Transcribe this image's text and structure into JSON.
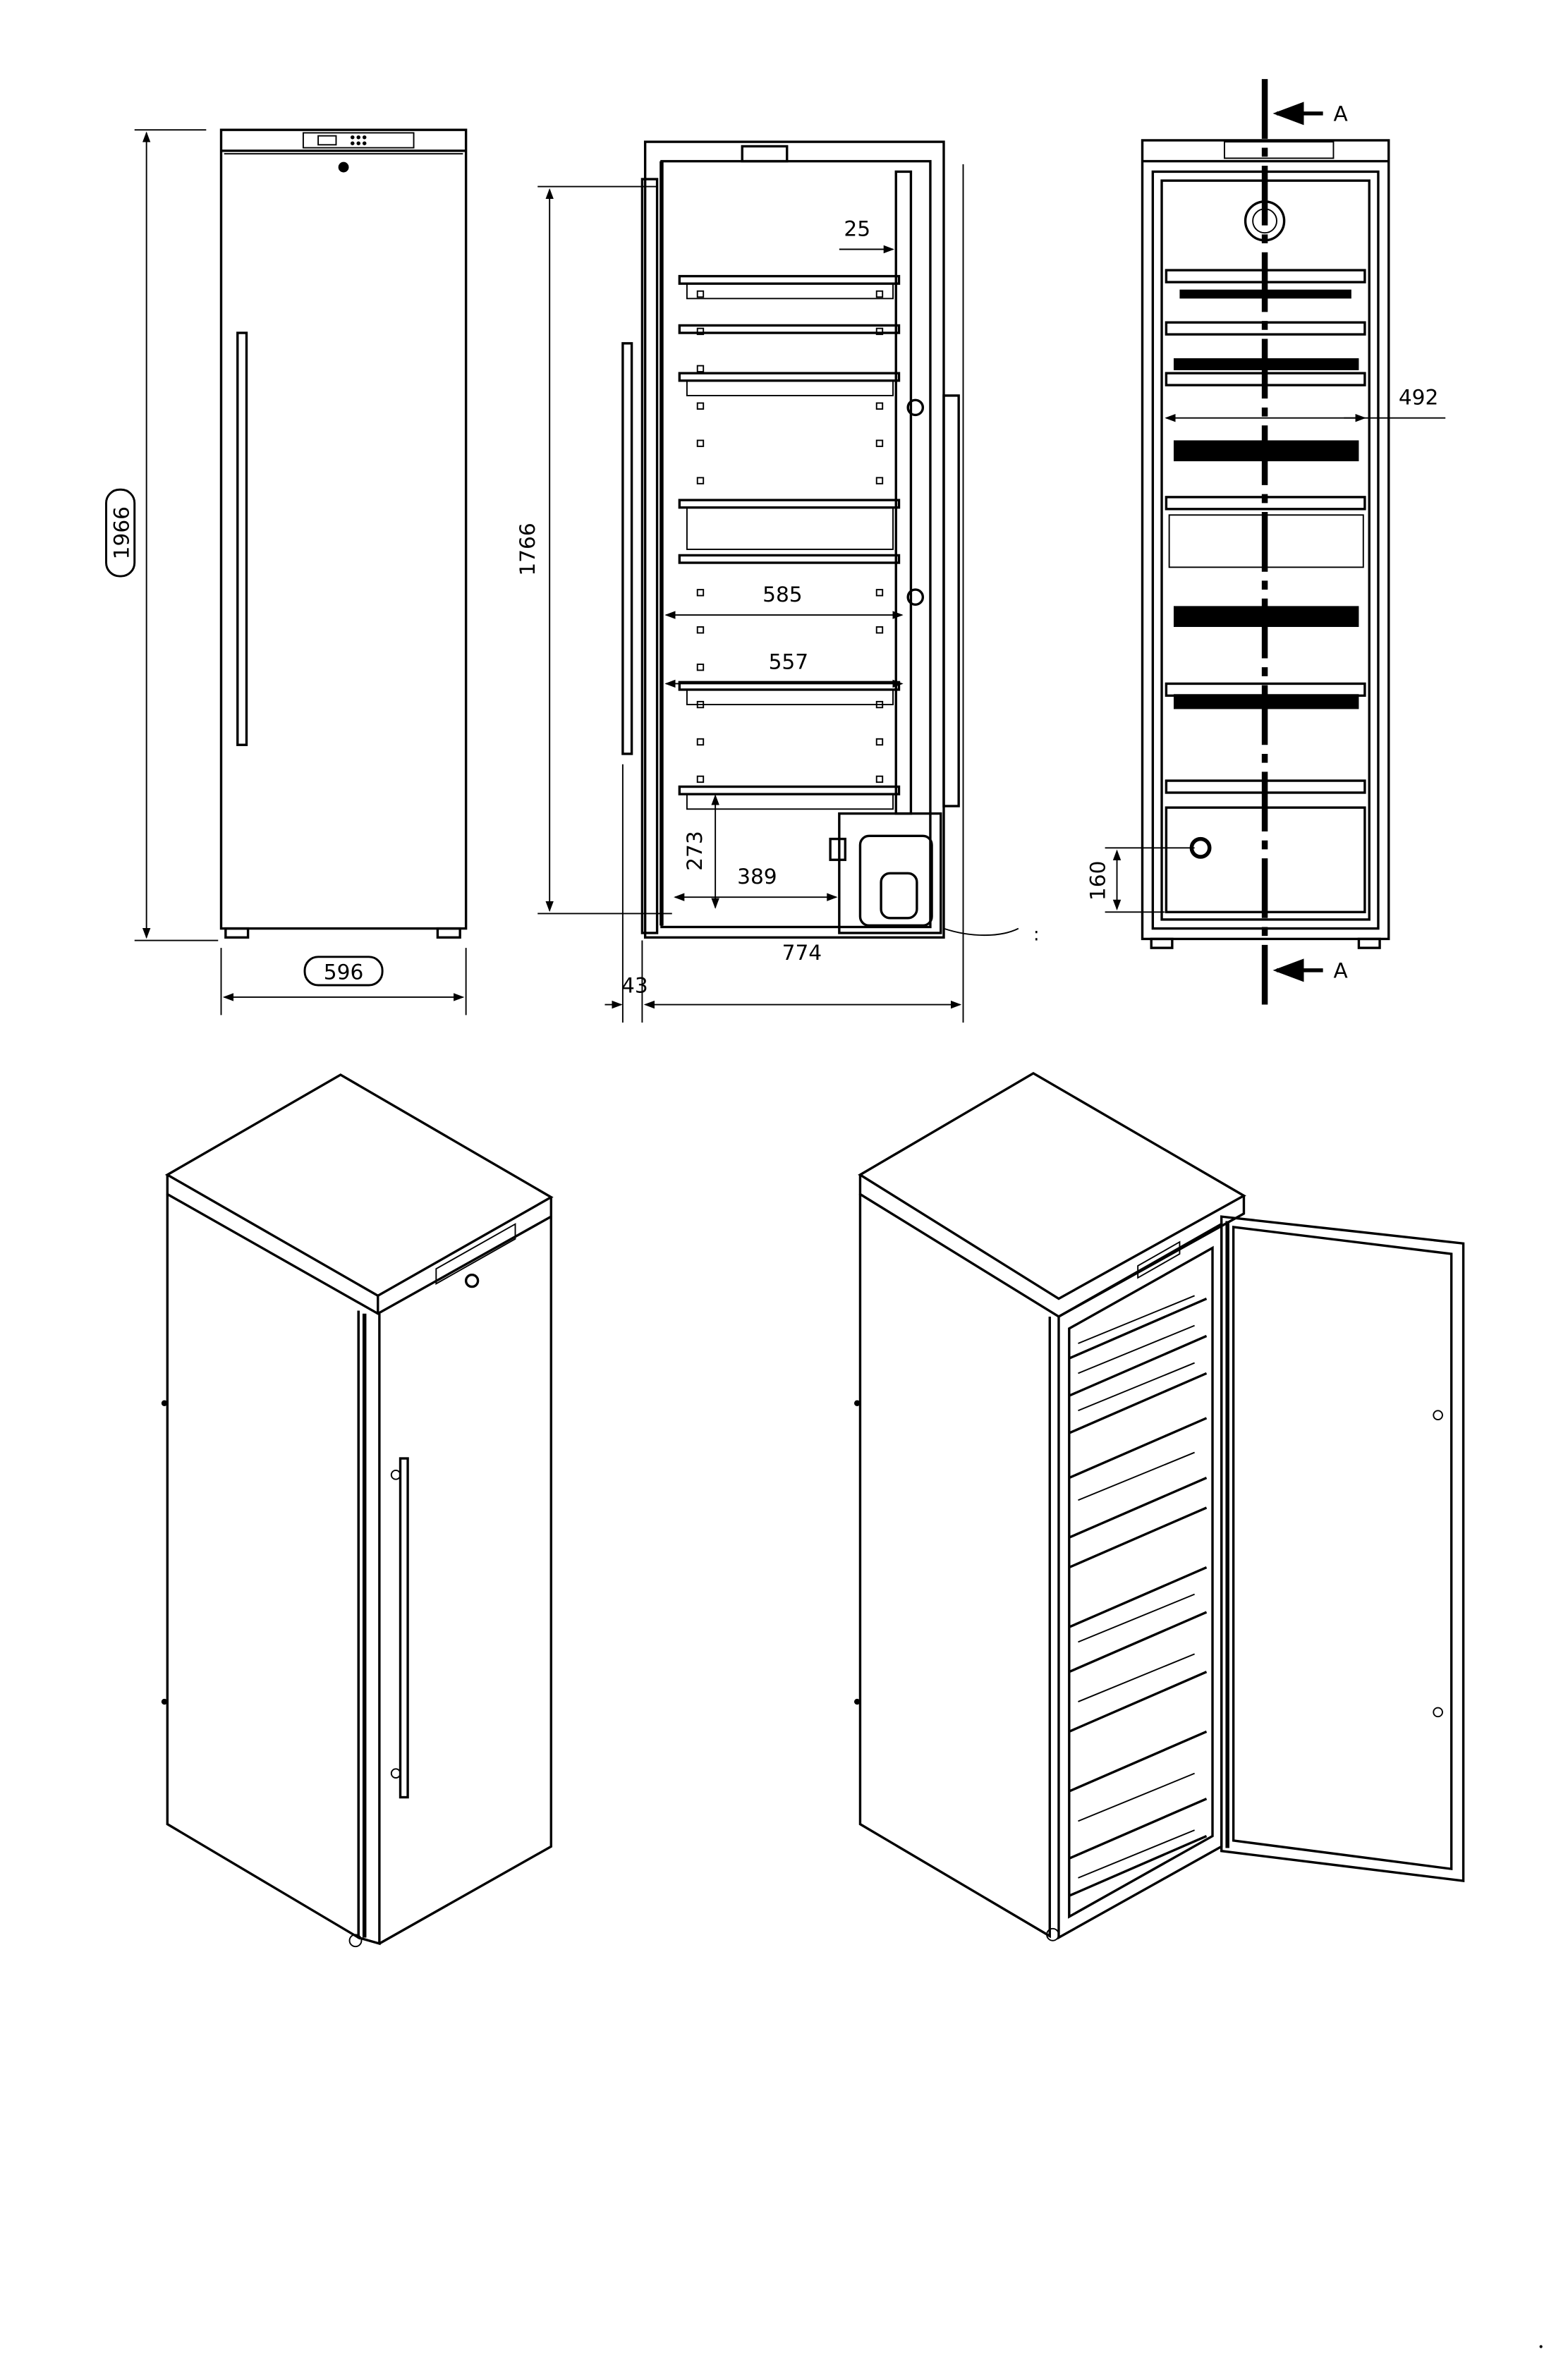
{
  "drawing": {
    "front_view": {
      "height_label": "1966",
      "width_label": "596"
    },
    "side_view": {
      "interior_height_label": "1766",
      "gap_label": "25",
      "shelf_depth_label": "585",
      "inner_depth_label": "557",
      "bottom_height_label": "273",
      "bottom_depth_label": "389",
      "total_depth_label": "774",
      "door_thickness_label": "43"
    },
    "back_view": {
      "section_marker_top": "A",
      "section_marker_bottom": "A",
      "inner_width_label": "492",
      "bottom_compartment_label": "160"
    }
  }
}
